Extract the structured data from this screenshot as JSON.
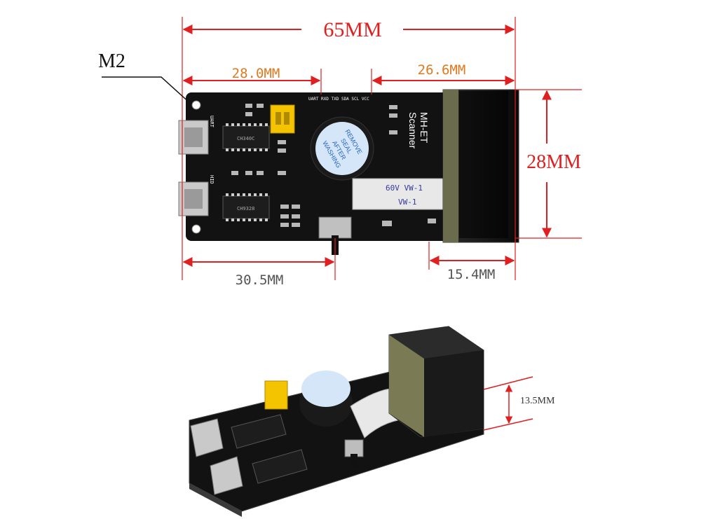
{
  "dimensions": {
    "total_length": "65MM",
    "left_section": "28.0MM",
    "right_section": "26.6MM",
    "height": "28MM",
    "button_offset": "30.5MM",
    "scanner_width": "15.4MM",
    "thickness": "13.5MM"
  },
  "callout": {
    "label": "M2"
  },
  "board": {
    "title": "MH-ET",
    "subtitle": "Scanner",
    "buzzer_text": [
      "REMOVE",
      "SEAL",
      "AFTER",
      "WASHING"
    ],
    "cable_label": "60V  VW-1",
    "cable_label_2": "VW-1",
    "header_pins": "UART RXD TXD SDA SCL VCC",
    "usb_label_top": "UART",
    "usb_label_bottom": "HID",
    "chip_top": "CH340C",
    "chip_bottom": "CH9328"
  },
  "colors": {
    "dimension": "#e02020",
    "label": "#e07a20",
    "pcb": "#111111",
    "jumper": "#f4c400"
  }
}
